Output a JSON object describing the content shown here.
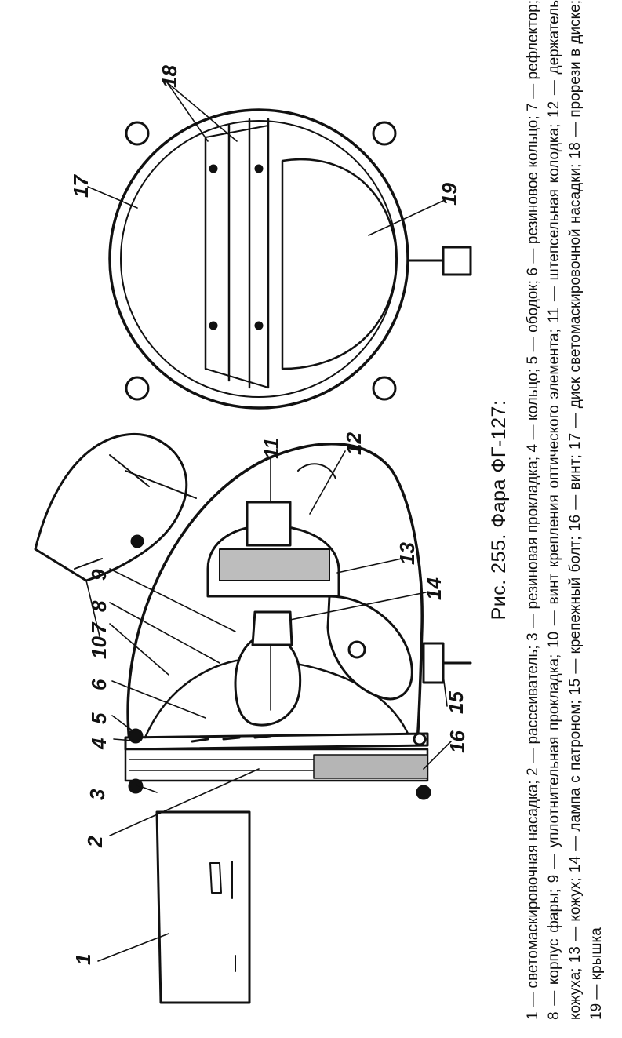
{
  "figure": {
    "title": "Рис. 255. Фара ФГ-127:",
    "legend": "1 — светомаскировочная насадка; 2 — рассеиватель; 3 — резиновая прокладка; 4 — кольцо; 5 — ободок; 6 — резиновое кольцо; 7 — рефлектор; 8 — корпус фары; 9 — уплотнительная прокладка; 10 — винт крепления оптического элемента; 11 — штепсельная колодка; 12 — держатель кожуха; 13 — кожух; 14 — лампа с патроном; 15 — крепежный болт; 16 — винт; 17 — диск светомаскировочной насадки; 18 — прорези в диске; 19 — крышка"
  },
  "callouts": {
    "n1": "1",
    "n2": "2",
    "n3": "3",
    "n4": "4",
    "n5": "5",
    "n6": "6",
    "n7": "7",
    "n8": "8",
    "n9": "9",
    "n10": "10",
    "n11": "11",
    "n12": "12",
    "n13": "13",
    "n14": "14",
    "n15": "15",
    "n16": "16",
    "n17": "17",
    "n18": "18",
    "n19": "19"
  }
}
